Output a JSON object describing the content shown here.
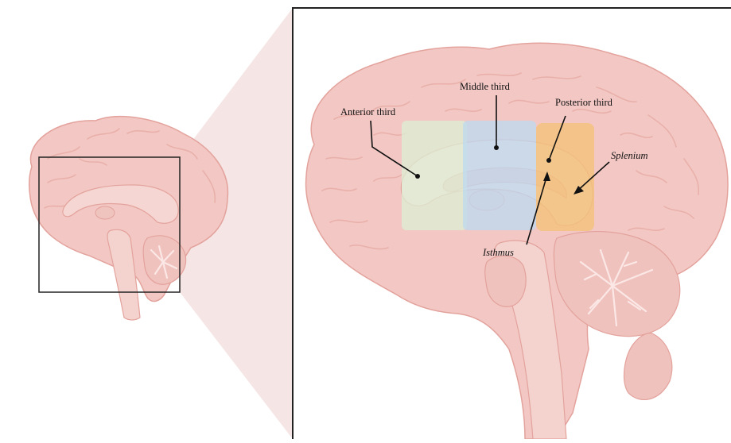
{
  "diagram": {
    "labels": {
      "anterior_third": "Anterior third",
      "middle_third": "Middle third",
      "posterior_third": "Posterior third",
      "splenium": "Splenium",
      "isthmus": "Isthmus"
    },
    "colors": {
      "brain_fill": "#f3c8c4",
      "brain_stroke": "#e3a29c",
      "gyri_stroke": "#e9b0aa",
      "zoom_wedge": "#f1dcdc",
      "anterior_region": "#dcefd4",
      "middle_region": "#bcd9f0",
      "posterior_region": "#f3c27a",
      "frame": "#222222"
    }
  }
}
